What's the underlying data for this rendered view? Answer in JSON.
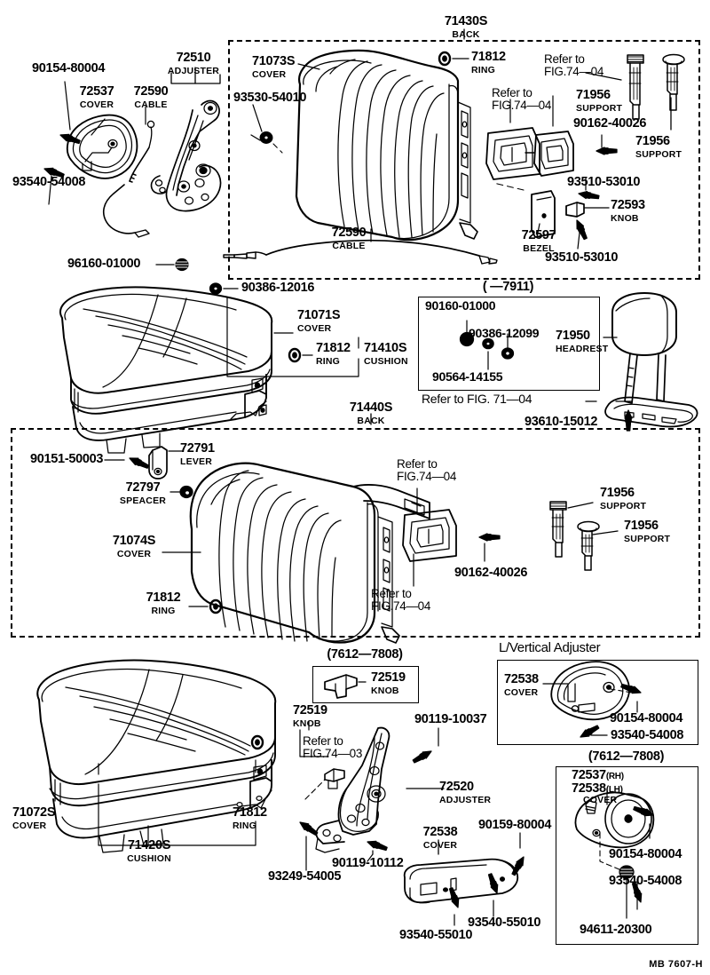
{
  "diagram": {
    "title": "Toyota Seat Assembly Parts Diagram",
    "footer_code": "MB 7607-H"
  },
  "section1": {
    "header_part": "71430S",
    "header_sub": "BACK",
    "labels": {
      "bolt_90154": "90154-80004",
      "cover_72537": "72537",
      "cover_72537_sub": "COVER",
      "cable_72590": "72590",
      "cable_72590_sub": "CABLE",
      "adjuster_72510": "72510",
      "adjuster_72510_sub": "ADJUSTER",
      "screw_93540": "93540-54008",
      "cover_71073": "71073S",
      "cover_71073_sub": "COVER",
      "nut_93530": "93530-54010",
      "ring_71812": "71812",
      "ring_71812_sub": "RING",
      "refer_a": "Refer to\nFIG.74—04",
      "refer_b": "Refer to\nFIG.74—04",
      "support_71956_a": "71956",
      "support_71956_a_sub": "SUPPORT",
      "support_71956_b": "71956",
      "support_71956_b_sub": "SUPPORT",
      "bolt_90162": "90162-40026",
      "screw_93510_a": "93510-53010",
      "screw_93510_b": "93510-53010",
      "knob_72593": "72593",
      "knob_72593_sub": "KNOB",
      "bezel_72597": "72597",
      "bezel_72597_sub": "BEZEL",
      "cable_72590_b": "72590",
      "cable_72590_b_sub": "CABLE"
    }
  },
  "section2": {
    "labels": {
      "clip_96160": "96160-01000",
      "nut_90386": "90386-12016",
      "cover_71071": "71071S",
      "cover_71071_sub": "COVER",
      "ring_71812": "71812",
      "ring_71812_sub": "RING",
      "cushion_71410": "71410S",
      "cushion_71410_sub": "CUSHION",
      "back_71440": "71440S",
      "back_71440_sub": "BACK",
      "date_box_title": "(   —7911)",
      "clip_90160": "90160-01000",
      "nut_90386_b": "90386-12099",
      "nut_90564": "90564-14155",
      "refer_7104": "Refer to FIG. 71—04",
      "headrest_71950": "71950",
      "headrest_71950_sub": "HEADREST",
      "screw_93610": "93610-15012"
    }
  },
  "section3": {
    "labels": {
      "bolt_90151": "90151-50003",
      "lever_72791": "72791",
      "lever_72791_sub": "LEVER",
      "spacer_72797": "72797",
      "spacer_72797_sub": "SPEACER",
      "cover_71074": "71074S",
      "cover_71074_sub": "COVER",
      "ring_71812": "71812",
      "ring_71812_sub": "RING",
      "refer_a": "Refer to\nFIG.74—04",
      "refer_b": "Refer to\nFIG.74—04",
      "support_71956_a": "71956",
      "support_71956_a_sub": "SUPPORT",
      "support_71956_b": "71956",
      "support_71956_b_sub": "SUPPORT",
      "bolt_90162": "90162-40026"
    }
  },
  "section4": {
    "labels": {
      "cover_71072": "71072S",
      "cover_71072_sub": "COVER",
      "ring_71812": "71812",
      "ring_71812_sub": "RING",
      "cushion_71420": "71420S",
      "cushion_71420_sub": "CUSHION",
      "date_box_title": "(7612—7808)",
      "knob_72519_box": "72519",
      "knob_72519_box_sub": "KNOB",
      "knob_72519": "72519",
      "knob_72519_sub": "KNOB",
      "refer_7403": "Refer to\nFIG.74—03",
      "bolt_90119_a": "90119-10037",
      "adjuster_72520": "72520",
      "adjuster_72520_sub": "ADJUSTER",
      "bolt_90119_b": "90119-10112",
      "screw_93249": "93249-54005",
      "cover_72538": "72538",
      "cover_72538_sub": "COVER",
      "bolt_90159": "90159-80004",
      "screw_93540_a": "93540-55010",
      "screw_93540_b": "93540-55010"
    }
  },
  "vertical_adjuster_box": {
    "title": "L/Vertical  Adjuster",
    "cover_72538": "72538",
    "cover_72538_sub": "COVER",
    "bolt_90154": "90154-80004",
    "screw_93540": "93540-54008"
  },
  "rh_lh_box": {
    "title": "(7612—7808)",
    "cover_rh": "72537",
    "cover_rh_suffix": "(RH)",
    "cover_lh": "72538",
    "cover_lh_suffix": "(LH)",
    "cover_sub": "COVER",
    "bolt_90154": "90154-80004",
    "screw_93540": "93540-54008",
    "nut_94611": "94611-20300"
  }
}
